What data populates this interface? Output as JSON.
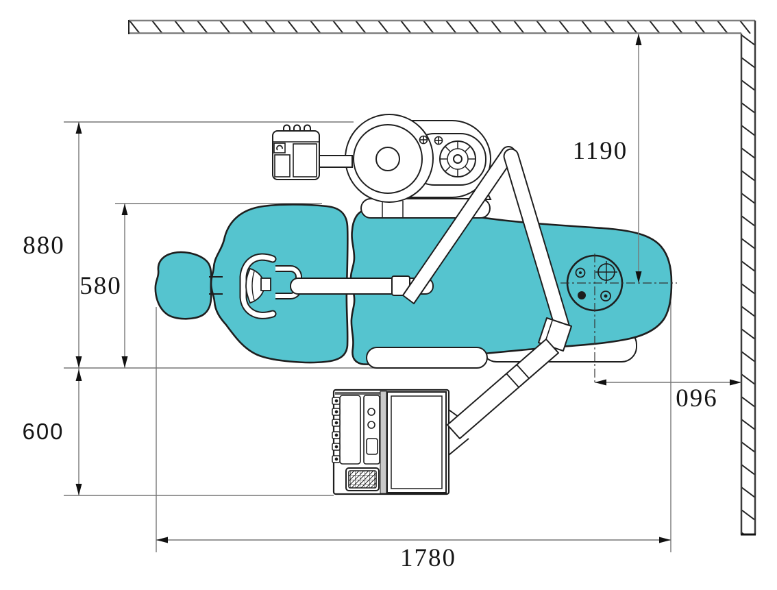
{
  "dims": {
    "v880": "880",
    "v580": "580",
    "v600": "600",
    "v1190": "1190",
    "v096": "096",
    "v1780": "1780"
  },
  "colors": {
    "chair_fill": "#55C4CF",
    "outline": "#1E1E1E",
    "dimension_line": "#777777",
    "wall_hatch": "#222222",
    "background": "#FFFFFF"
  }
}
